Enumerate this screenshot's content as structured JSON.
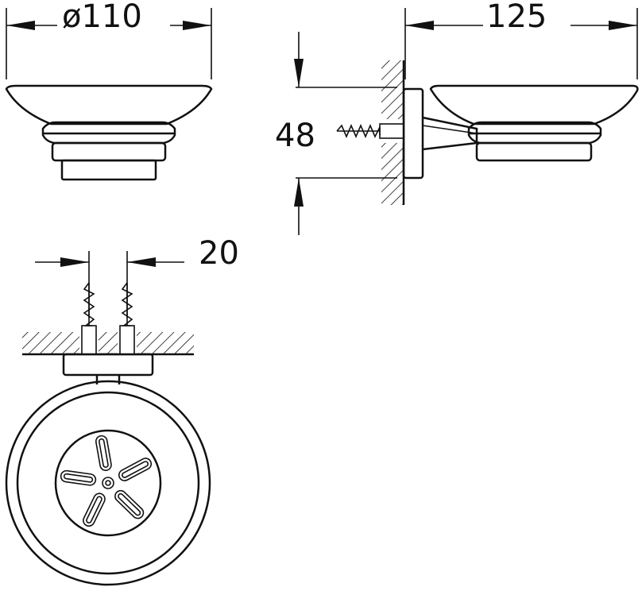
{
  "dimensions": {
    "diameter": "ø110",
    "depth": "125",
    "height": "48",
    "screw_spacing": "20"
  },
  "colors": {
    "line": "#111111",
    "background": "#ffffff"
  },
  "views": [
    "front-elevation",
    "side-elevation",
    "top-plan"
  ]
}
